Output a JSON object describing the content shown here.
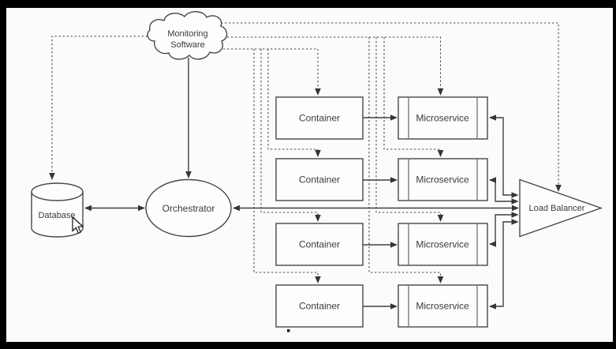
{
  "diagram": {
    "monitoring": {
      "line1": "Monitoring",
      "line2": "Software"
    },
    "database": {
      "label": "Database"
    },
    "orchestrator": {
      "label": "Orchestrator"
    },
    "load_balancer": {
      "label": "Load Balancer"
    },
    "containers": [
      {
        "label": "Container"
      },
      {
        "label": "Container"
      },
      {
        "label": "Container"
      },
      {
        "label": "Container"
      }
    ],
    "microservices": [
      {
        "label": "Microservice"
      },
      {
        "label": "Microservice"
      },
      {
        "label": "Microservice"
      },
      {
        "label": "Microservice"
      }
    ],
    "colors": {
      "frame": "#000000",
      "canvas": "#fbfbfb",
      "line": "#3f3f3f",
      "node_fill": "#fdfdfd",
      "text": "#3a3a3a"
    }
  },
  "cursor": {
    "type": "arrow-pointer"
  }
}
